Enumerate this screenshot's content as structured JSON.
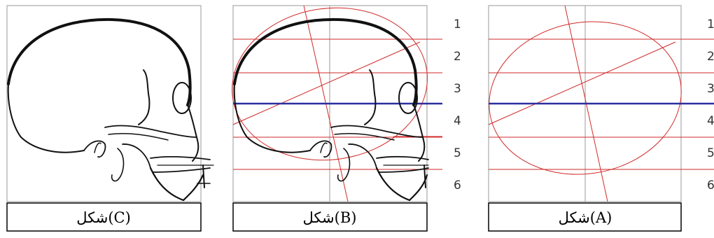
{
  "panels": [
    {
      "id": "C",
      "caption": "شكل(C)",
      "row_numbers": []
    },
    {
      "id": "B",
      "caption": "شكل(B)",
      "row_numbers": [
        "1",
        "2",
        "3",
        "4",
        "5",
        "6"
      ]
    },
    {
      "id": "A",
      "caption": "شكل(A)",
      "row_numbers": [
        "1",
        "2",
        "3",
        "4",
        "5",
        "6"
      ]
    }
  ],
  "colors": {
    "outline": "#111111",
    "grid": "#999999",
    "guide": "#d12a2a",
    "midline": "#2b2f9e"
  }
}
